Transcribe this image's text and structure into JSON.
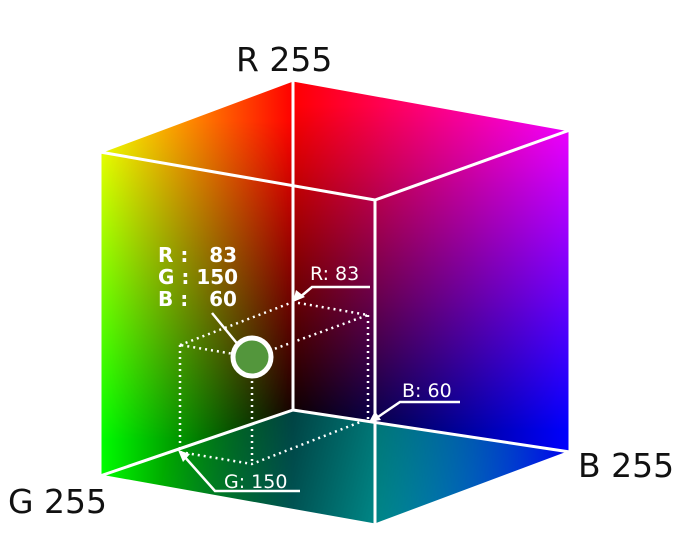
{
  "axis_labels": {
    "r": "R 255",
    "g": "G 255",
    "b": "B 255"
  },
  "point": {
    "values": {
      "r": 83,
      "g": 150,
      "b": 60
    },
    "color": "#53963c",
    "label_lines": {
      "r": "R :   83",
      "g": "G : 150",
      "b": "B :   60"
    }
  },
  "pointer_labels": {
    "r": "R: 83",
    "g": "G: 150",
    "b": "B: 60"
  },
  "colors": {
    "black": "#000000",
    "red": "#ff0000",
    "green": "#00ff00",
    "blue": "#0000ff",
    "yellow": "#ffff00",
    "magenta": "#ff00ff",
    "cyan": "#00ffff",
    "edge": "#ffffff"
  }
}
